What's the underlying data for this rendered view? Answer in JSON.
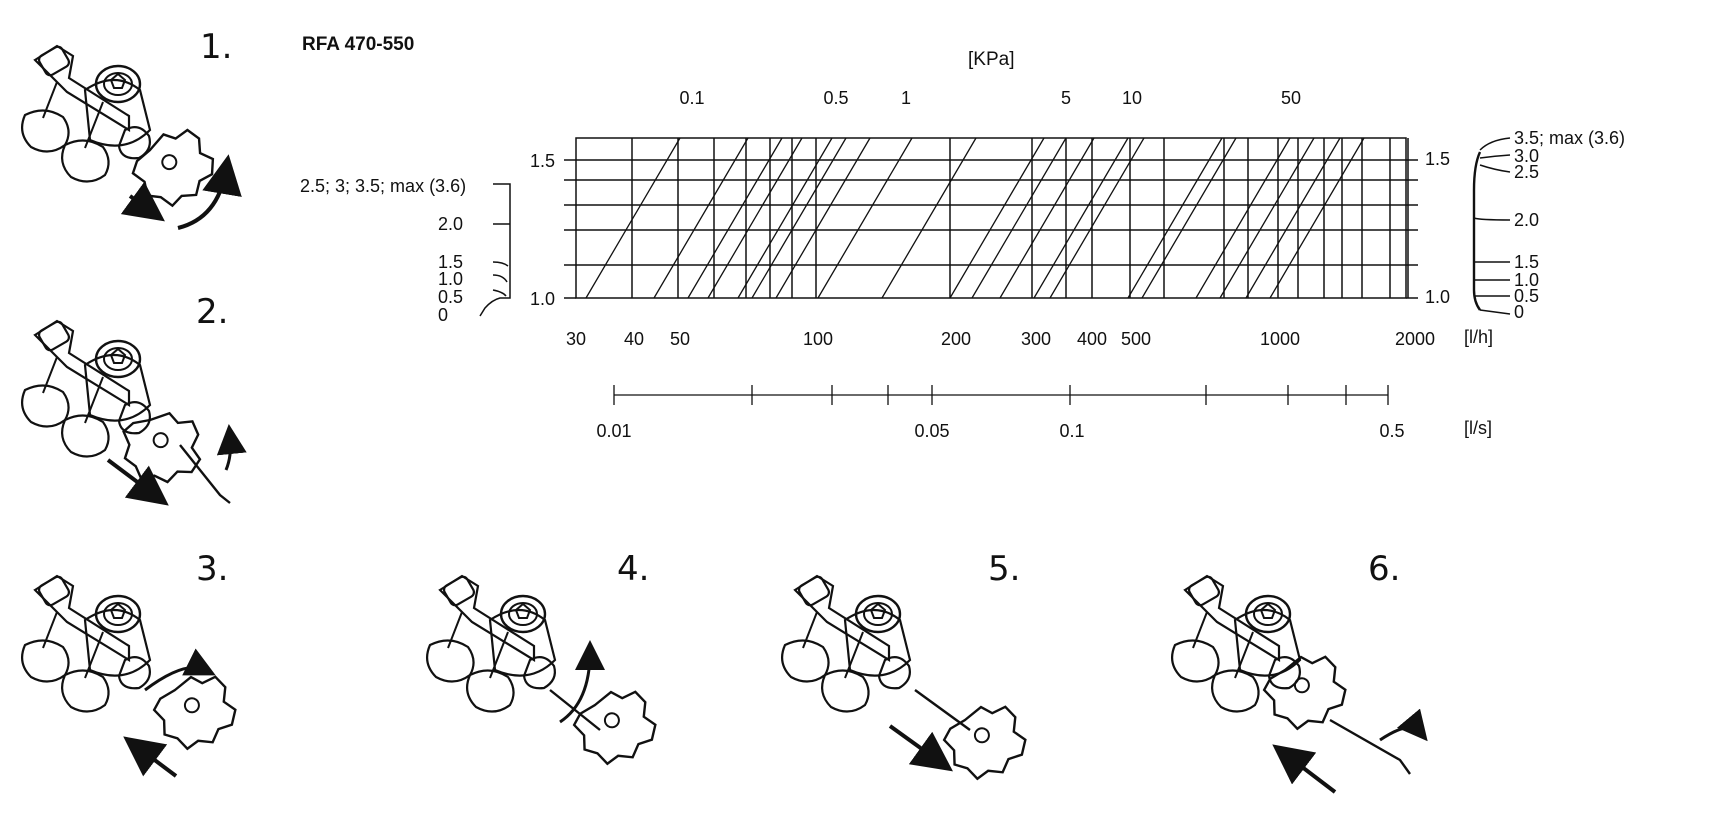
{
  "title": "RFA 470-550",
  "pressure_unit": "[KPa]",
  "pressure_ticks": [
    "0.1",
    "0.5",
    "1",
    "5",
    "10",
    "50"
  ],
  "flow_unit_lh": "[l/h]",
  "flow_unit_ls": "[l/s]",
  "flow_ticks_lh": [
    "30",
    "40",
    "50",
    "100",
    "200",
    "300",
    "400",
    "500",
    "1000",
    "2000"
  ],
  "flow_ticks_ls": [
    "0.01",
    "0.05",
    "0.1",
    "0.5"
  ],
  "left_scale": {
    "top_label": "2.5; 3; 3.5; max (3.6)",
    "labels": [
      "2.0",
      "1.5",
      "1.0",
      "0.5",
      "0"
    ]
  },
  "right_scale": {
    "labels": [
      "3.5; max (3.6)",
      "3.0",
      "2.5",
      "2.0",
      "1.5",
      "1.0",
      "0.5",
      "0"
    ]
  },
  "grid_y_labels_left": [
    "1.5",
    "1.0"
  ],
  "grid_y_labels_right": [
    "1.5",
    "1.0"
  ],
  "steps": [
    {
      "number": "1.",
      "action": "unscrew-cap"
    },
    {
      "number": "2.",
      "action": "remove-insert"
    },
    {
      "number": "3.",
      "action": "insert-cartridge"
    },
    {
      "number": "4.",
      "action": "tighten"
    },
    {
      "number": "5.",
      "action": "pull-out"
    },
    {
      "number": "6.",
      "action": "push-in-rotate"
    }
  ],
  "colors": {
    "ink": "#111111",
    "background": "#ffffff"
  }
}
